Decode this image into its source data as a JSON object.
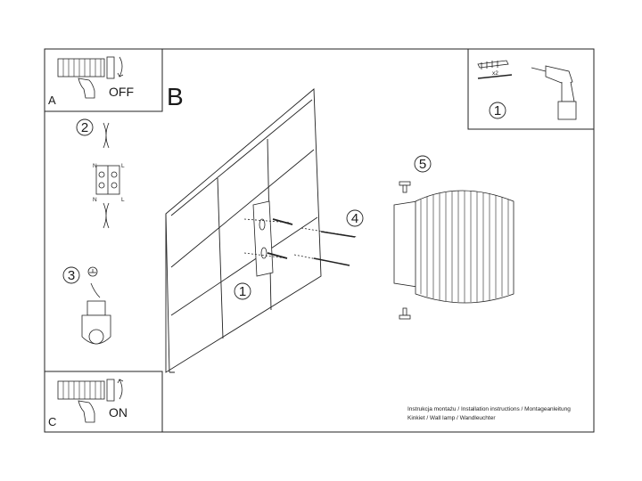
{
  "panel_a": {
    "letter": "A",
    "state": "OFF"
  },
  "panel_b": {
    "letter": "B"
  },
  "panel_c": {
    "letter": "C",
    "state": "ON"
  },
  "steps": {
    "s1": "1",
    "s2": "2",
    "s3": "3",
    "s4": "4",
    "s5": "5",
    "s1b": "1"
  },
  "tools": {
    "qty": "x2"
  },
  "connector_labels": {
    "n": "N",
    "l": "L"
  },
  "caption": {
    "line1": "Instrukcja montażu / Installation instructions / Montageanleitung",
    "line2": "Kinkiet / Wall lamp / Wandleuchter"
  }
}
